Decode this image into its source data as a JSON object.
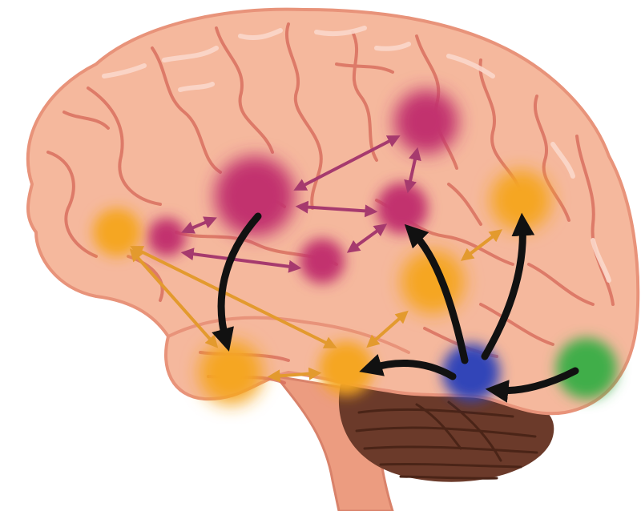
{
  "colors": {
    "brain": "#f5b89d",
    "brain_outline": "#e8937a",
    "sulcus": "#d9705f",
    "highlight": "#fbd8cb",
    "brainstem": "#ec9c80",
    "cerebellum": "#6b3a2a",
    "cerebellum_folds": "#4a2417",
    "magenta": "#c2306e",
    "orange": "#f5a623",
    "blue": "#3344b8",
    "green": "#3fae4a",
    "arrow_black": "#111111",
    "arrow_magenta": "#a63a6e",
    "arrow_orange": "#e39a2e"
  },
  "regions": [
    {
      "name": "magenta-region-superior-parietal",
      "color": "magenta"
    },
    {
      "name": "magenta-region-frontal-large",
      "color": "magenta"
    },
    {
      "name": "magenta-region-parietal",
      "color": "magenta"
    },
    {
      "name": "magenta-region-frontal-small",
      "color": "magenta"
    },
    {
      "name": "magenta-region-insular",
      "color": "magenta"
    },
    {
      "name": "orange-region-prefrontal",
      "color": "orange"
    },
    {
      "name": "orange-region-occipital-upper",
      "color": "orange"
    },
    {
      "name": "orange-region-temporal-mid",
      "color": "orange"
    },
    {
      "name": "orange-region-temporal-anterior",
      "color": "orange"
    },
    {
      "name": "orange-region-temporal-inferior",
      "color": "orange"
    },
    {
      "name": "blue-region-occipitotemporal",
      "color": "blue"
    },
    {
      "name": "green-region-occipital-pole",
      "color": "green"
    }
  ]
}
